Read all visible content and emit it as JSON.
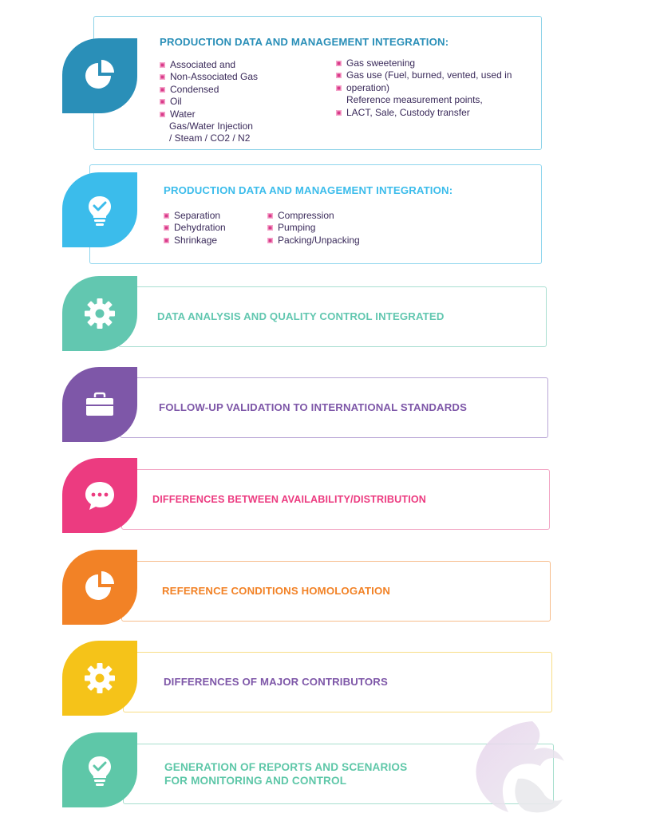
{
  "colors": {
    "block1": "#2a8fb8",
    "block2": "#3bbceb",
    "block3": "#62c7b0",
    "block4": "#7e57a8",
    "block5": "#ec3b80",
    "block6": "#f28226",
    "block7": "#f5c319",
    "block8": "#5ec7a8",
    "bullet": "#d83a8a",
    "text": "#3a2a5a"
  },
  "blocks": [
    {
      "icon": "pie-chart-icon",
      "title": "PRODUCTION DATA AND MANAGEMENT INTEGRATION:",
      "col1": [
        "Associated and",
        "Non-Associated Gas",
        "Condensed",
        "Oil",
        "Water",
        "Gas/Water Injection",
        "/ Steam / CO2 / N2"
      ],
      "col2": [
        "Gas sweetening",
        "Gas use (Fuel, burned, vented, used in",
        "operation)",
        "Reference measurement points,",
        "LACT, Sale, Custody transfer"
      ]
    },
    {
      "icon": "lightbulb-icon",
      "title": "PRODUCTION DATA AND MANAGEMENT INTEGRATION:",
      "col1": [
        "Separation",
        "Dehydration",
        "Shrinkage"
      ],
      "col2": [
        "Compression",
        "Pumping",
        "Packing/Unpacking"
      ]
    },
    {
      "icon": "gear-icon",
      "title": "DATA ANALYSIS AND QUALITY CONTROL INTEGRATED"
    },
    {
      "icon": "briefcase-icon",
      "title": "FOLLOW-UP VALIDATION TO INTERNATIONAL STANDARDS"
    },
    {
      "icon": "chat-bubble-icon",
      "title": "DIFFERENCES BETWEEN AVAILABILITY/DISTRIBUTION"
    },
    {
      "icon": "pie-chart-icon",
      "title": "REFERENCE CONDITIONS HOMOLOGATION"
    },
    {
      "icon": "gear-icon",
      "title": "DIFFERENCES OF MAJOR CONTRIBUTORS"
    },
    {
      "icon": "lightbulb-icon",
      "title_lines": [
        "GENERATION OF REPORTS AND SCENARIOS",
        "FOR MONITORING AND CONTROL"
      ]
    }
  ]
}
